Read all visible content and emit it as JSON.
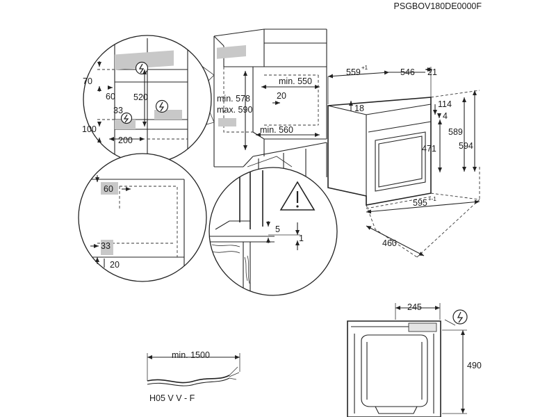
{
  "model_code": "PSGBOV180DE0000F",
  "detail_top_left": {
    "dims": {
      "a": "70",
      "b": "60",
      "c": "520",
      "d": "33",
      "e": "100",
      "f": "200"
    },
    "icons": [
      "power-plug-icon",
      "power-plug-icon",
      "power-plug-icon"
    ]
  },
  "cabinet": {
    "min_578": "min. 578",
    "max_590": "max. 590",
    "min_550": "min. 550",
    "gap_20": "20",
    "min_560": "min. 560"
  },
  "detail_mid_left": {
    "dim_60": "60",
    "dim_33": "33",
    "dim_20": "20"
  },
  "detail_mid_center": {
    "dim_5": "5",
    "dim_1": "1",
    "icon": "warning-triangle-icon"
  },
  "oven": {
    "depth_559": "559",
    "depth_559_tol": "+1",
    "depth_546": "546",
    "depth_21": "21",
    "h_114": "114",
    "h_4": "4",
    "h_18": "18",
    "h_471": "471",
    "h_589": "589",
    "h_594": "594",
    "w_595": "595",
    "w_595_tol": "+-1",
    "d_460": "460"
  },
  "cable": {
    "length": "min. 1500",
    "type": "H05 V V - F"
  },
  "back_view": {
    "w_245": "245",
    "h_490": "490",
    "icon": "power-plug-icon"
  }
}
